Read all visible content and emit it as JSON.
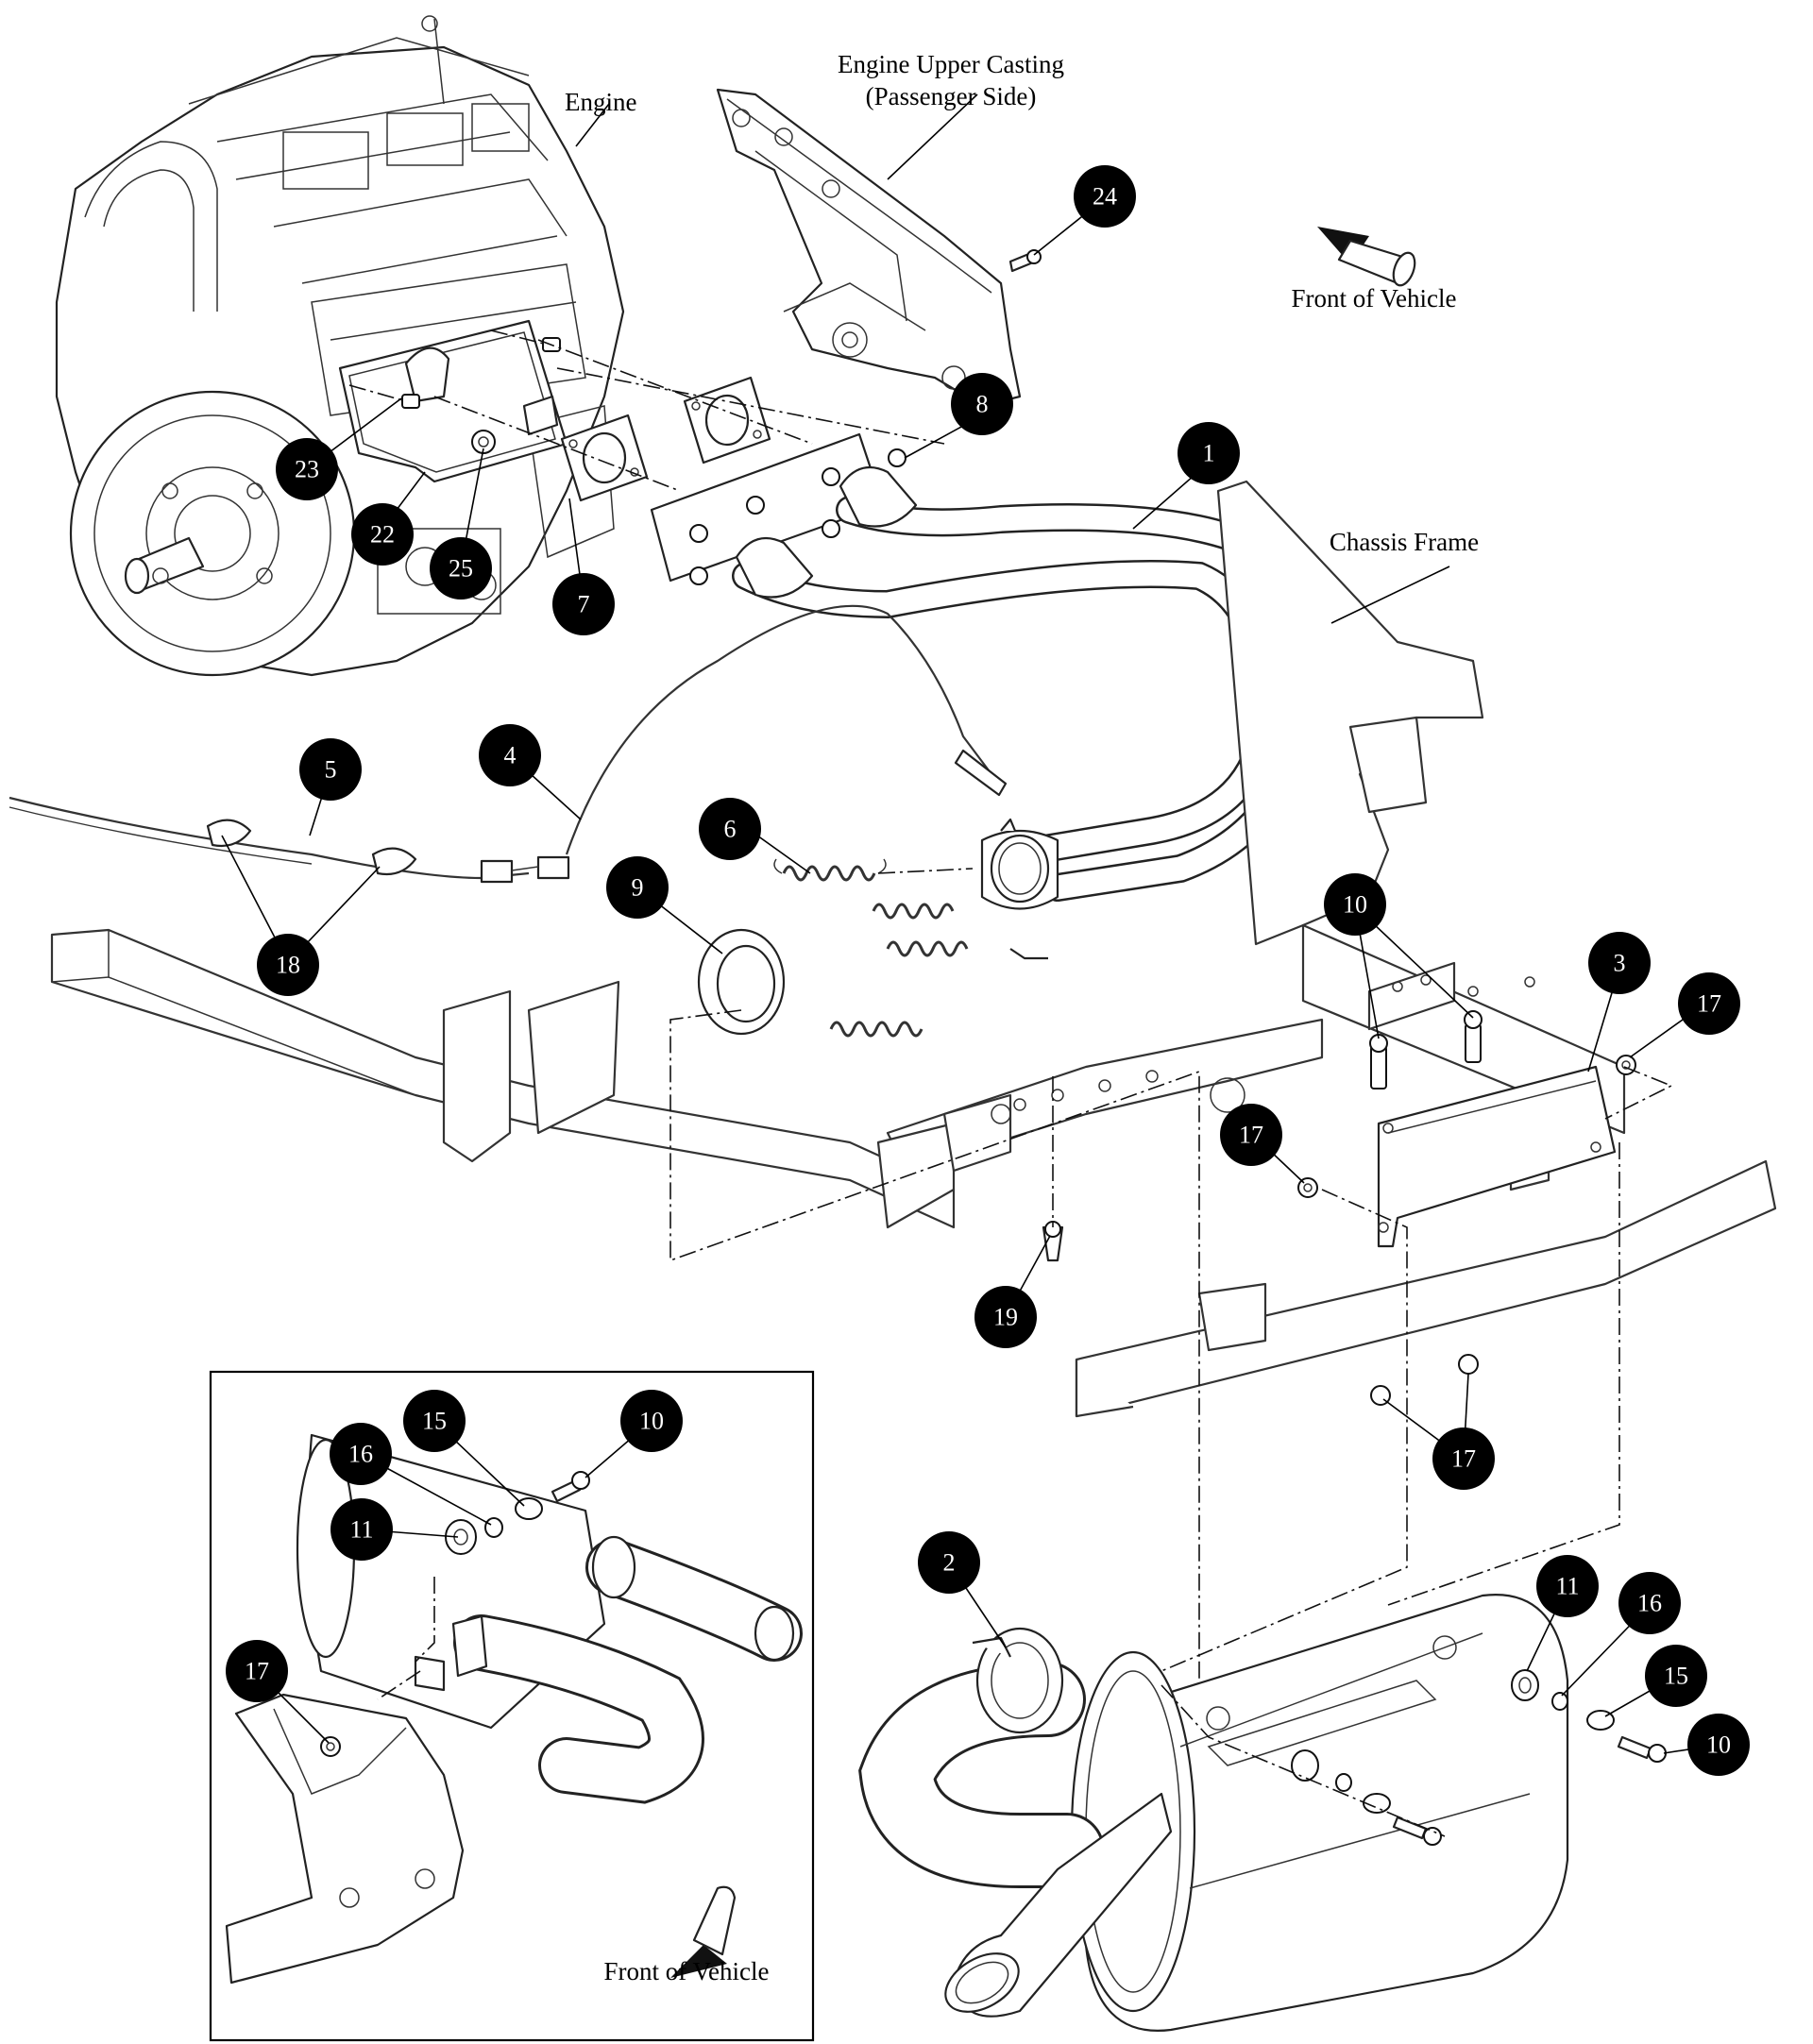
{
  "labels": {
    "engine": "Engine",
    "upper_casting_1": "Engine Upper Casting",
    "upper_casting_2": "(Passenger Side)",
    "front_top": "Front of Vehicle",
    "chassis": "Chassis Frame",
    "front_inset": "Front of Vehicle"
  },
  "callouts": [
    {
      "id": "c24",
      "text": "24"
    },
    {
      "id": "c8",
      "text": "8"
    },
    {
      "id": "c1",
      "text": "1"
    },
    {
      "id": "c23",
      "text": "23"
    },
    {
      "id": "c22",
      "text": "22"
    },
    {
      "id": "c25",
      "text": "25"
    },
    {
      "id": "c7",
      "text": "7"
    },
    {
      "id": "c5",
      "text": "5"
    },
    {
      "id": "c4",
      "text": "4"
    },
    {
      "id": "c6",
      "text": "6"
    },
    {
      "id": "c9",
      "text": "9"
    },
    {
      "id": "c18",
      "text": "18"
    },
    {
      "id": "c10a",
      "text": "10"
    },
    {
      "id": "c3",
      "text": "3"
    },
    {
      "id": "c17a",
      "text": "17"
    },
    {
      "id": "c17b",
      "text": "17"
    },
    {
      "id": "c19",
      "text": "19"
    },
    {
      "id": "c17c",
      "text": "17"
    },
    {
      "id": "c15a",
      "text": "15"
    },
    {
      "id": "c10b",
      "text": "10"
    },
    {
      "id": "c16a",
      "text": "16"
    },
    {
      "id": "c11a",
      "text": "11"
    },
    {
      "id": "c17d",
      "text": "17"
    },
    {
      "id": "c2",
      "text": "2"
    },
    {
      "id": "c11b",
      "text": "11"
    },
    {
      "id": "c16b",
      "text": "16"
    },
    {
      "id": "c15b",
      "text": "15"
    },
    {
      "id": "c10c",
      "text": "10"
    }
  ]
}
